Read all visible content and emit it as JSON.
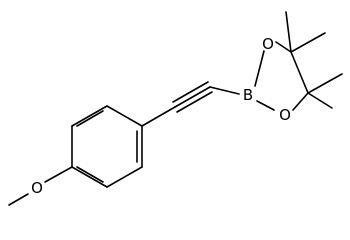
{
  "molecule": {
    "atoms": {
      "boron": "B",
      "oxygen_upper": "O",
      "oxygen_lower": "O",
      "oxygen_methoxy": "O"
    }
  }
}
